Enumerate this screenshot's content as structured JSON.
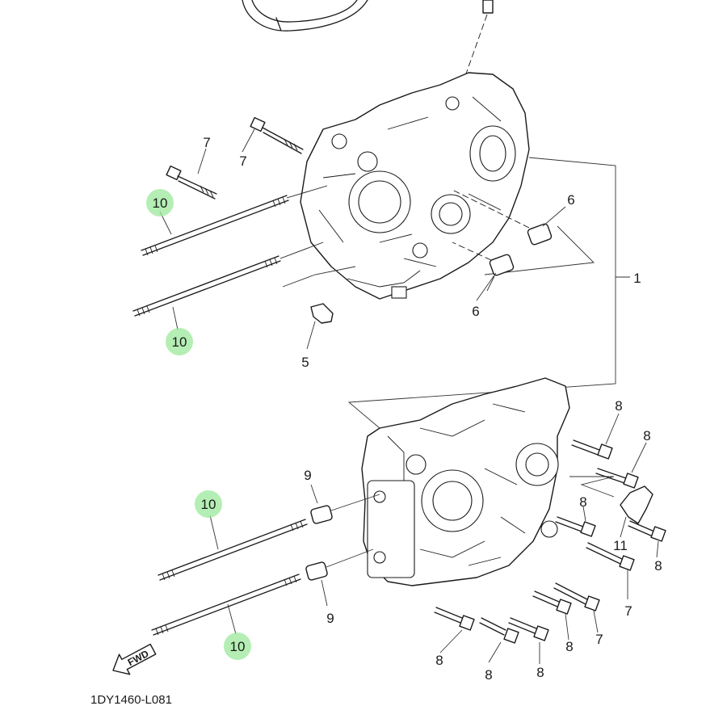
{
  "diagram": {
    "callouts": {
      "part_1": "1",
      "part_5": "5",
      "part_6_a": "6",
      "part_6_b": "6",
      "part_7_a": "7",
      "part_7_b": "7",
      "part_7_c": "7",
      "part_7_d": "7",
      "part_8_a": "8",
      "part_8_b": "8",
      "part_8_c": "8",
      "part_8_d": "8",
      "part_8_e": "8",
      "part_8_f": "8",
      "part_8_g": "8",
      "part_9_a": "9",
      "part_9_b": "9",
      "part_10_a": "10",
      "part_10_b": "10",
      "part_10_c": "10",
      "part_10_d": "10",
      "part_11": "11"
    },
    "highlight_color": "#9be89b",
    "fwd_label": "FWD",
    "drawing_code": "1DY1460-L081"
  }
}
